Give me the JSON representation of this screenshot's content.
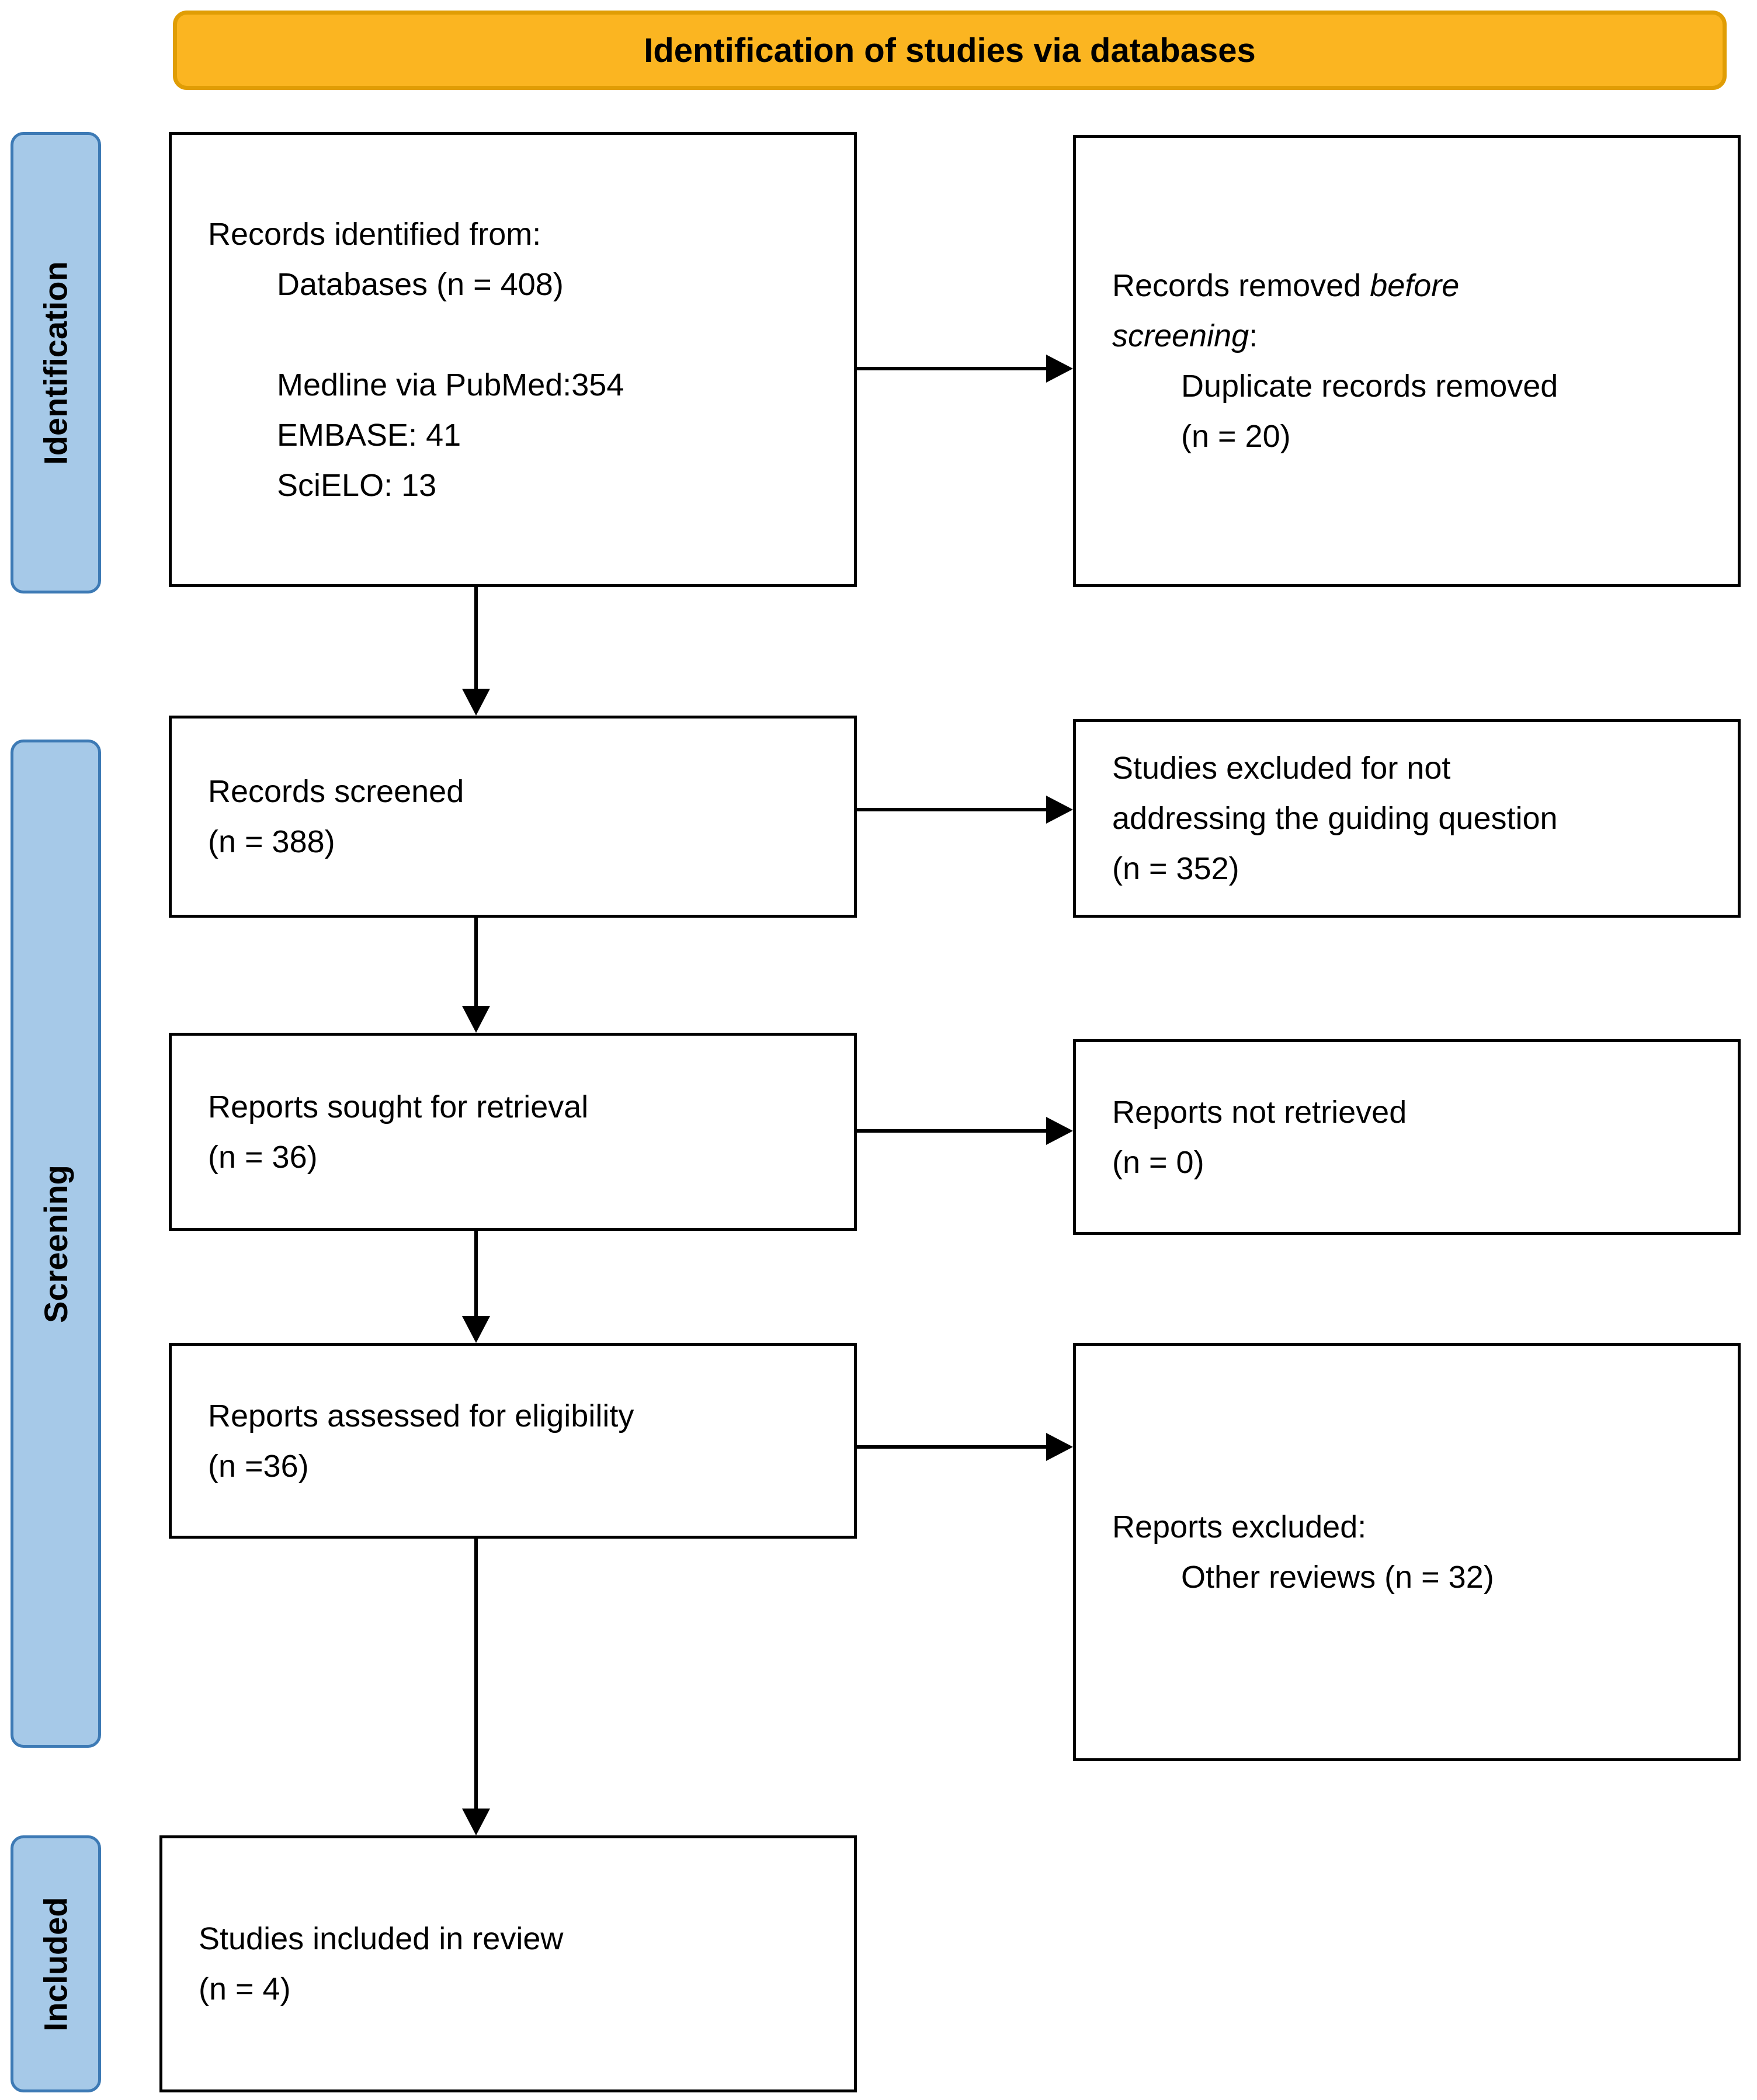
{
  "colors": {
    "header-fill": "#FBB521",
    "header-border": "#E09D05",
    "stage-fill": "#A6C9E8",
    "stage-border": "#3D7AB5",
    "box-fill": "#FFFFFF",
    "box-border": "#000000",
    "arrow": "#000000"
  },
  "header": {
    "title": "Identification of studies via databases"
  },
  "stages": [
    {
      "label": "Identification"
    },
    {
      "label": "Screening"
    },
    {
      "label": "Included"
    }
  ],
  "boxes": {
    "records_identified": {
      "title": "Records identified from:",
      "databases": "Databases (n = 408)",
      "sources": [
        "Medline via PubMed:354",
        "EMBASE: 41",
        "SciELO: 13"
      ]
    },
    "records_removed": {
      "line1_prefix": "Records removed ",
      "line1_italic": "before",
      "line2_italic": "screening",
      "line2_suffix": ":",
      "detail": "Duplicate records removed",
      "count": "(n = 20)"
    },
    "records_screened": {
      "title": "Records screened",
      "count": "(n = 388)"
    },
    "studies_excluded": {
      "lines": [
        "Studies excluded for not",
        "addressing the guiding question",
        "(n = 352)"
      ]
    },
    "reports_sought": {
      "title": "Reports sought for retrieval",
      "count": "(n = 36)"
    },
    "reports_not_retrieved": {
      "title": "Reports not retrieved",
      "count": "(n = 0)"
    },
    "reports_assessed": {
      "title": "Reports assessed for eligibility",
      "count": "(n =36)"
    },
    "reports_excluded": {
      "title": "Reports excluded:",
      "detail": "Other reviews (n = 32)"
    },
    "studies_included": {
      "title": "Studies included in review",
      "count": "(n = 4)"
    }
  }
}
